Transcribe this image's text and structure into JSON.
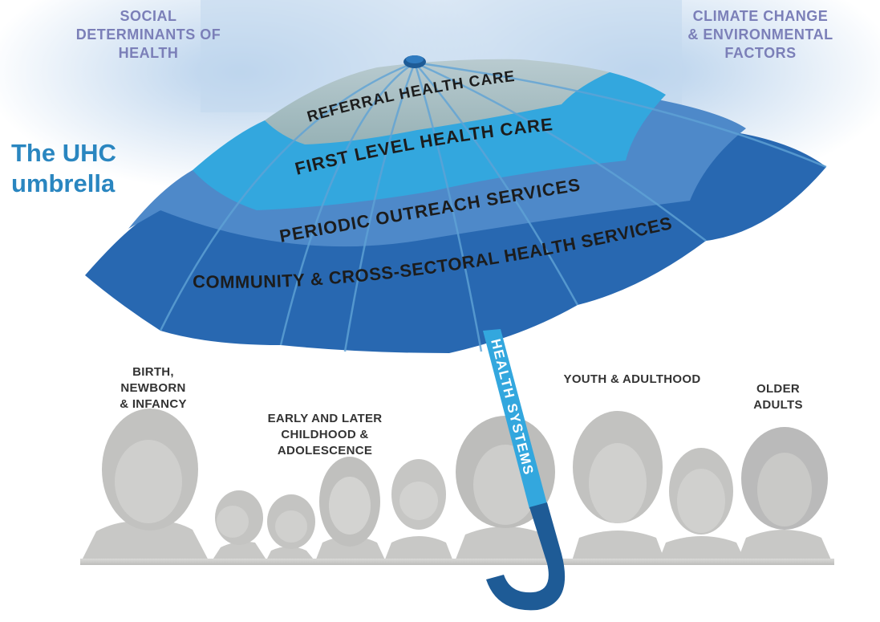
{
  "corner_left": {
    "lines": [
      "SOCIAL",
      "DETERMINANTS OF",
      "HEALTH"
    ]
  },
  "corner_right": {
    "lines": [
      "CLIMATE CHANGE",
      "& ENVIRONMENTAL",
      "FACTORS"
    ]
  },
  "title": {
    "lines": [
      "The UHC",
      "umbrella"
    ]
  },
  "umbrella": {
    "tiers": [
      {
        "label": "REFERRAL HEALTH CARE",
        "color": "#9db5b8"
      },
      {
        "label": "FIRST LEVEL HEALTH CARE",
        "color": "#33a7de"
      },
      {
        "label": "PERIODIC OUTREACH SERVICES",
        "color": "#4e89c9"
      },
      {
        "label": "COMMUNITY & CROSS-SECTORAL HEALTH SERVICES",
        "color": "#2868b1"
      }
    ],
    "handle_label": "HEALTH SYSTEMS",
    "handle_color": "#33a7de",
    "hook_color": "#1e5b96"
  },
  "groups": [
    {
      "lines": [
        "BIRTH,",
        "NEWBORN",
        "& INFANCY"
      ]
    },
    {
      "lines": [
        "EARLY AND LATER",
        "CHILDHOOD &",
        "ADOLESCENCE"
      ]
    },
    {
      "lines": [
        "YOUTH & ADULTHOOD"
      ]
    },
    {
      "lines": [
        "OLDER",
        "ADULTS"
      ]
    }
  ],
  "colors": {
    "corner_text": "#7b7fb8",
    "title": "#2a86c0",
    "people": "#c8c8c6",
    "glow": "#a9c8e8"
  }
}
